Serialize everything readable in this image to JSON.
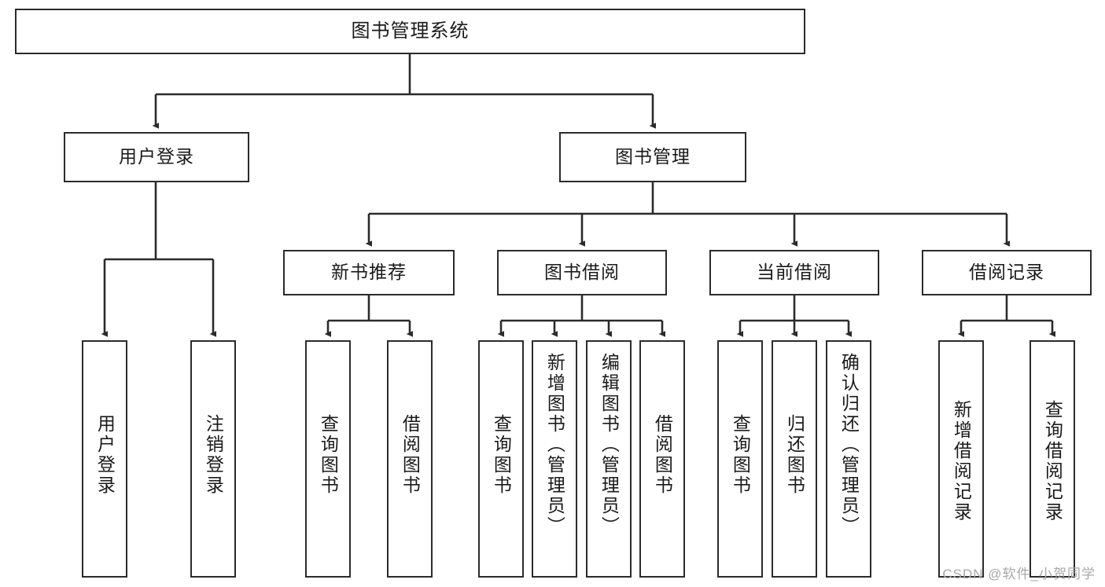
{
  "diagram": {
    "type": "tree",
    "title": "图书管理系统",
    "watermark": "CSDN @软件_小贺同学",
    "colors": {
      "box_border": "#2b2b2b",
      "box_fill": "#ffffff",
      "connector": "#2b2b2b",
      "text": "#1a1a1a",
      "watermark": "#a8a8a8"
    },
    "root": {
      "label": "图书管理系统"
    },
    "level2": [
      {
        "id": "user-login",
        "label": "用户登录"
      },
      {
        "id": "book-manage",
        "label": "图书管理"
      }
    ],
    "level3": [
      {
        "id": "new-book-recommend",
        "label": "新书推荐"
      },
      {
        "id": "book-borrow",
        "label": "图书借阅"
      },
      {
        "id": "current-borrow",
        "label": "当前借阅"
      },
      {
        "id": "borrow-record",
        "label": "借阅记录"
      }
    ],
    "leaves": {
      "user_login": [
        {
          "id": "leaf-user-login",
          "label": "用户登录"
        },
        {
          "id": "leaf-logout-login",
          "label": "注销登录"
        }
      ],
      "new_book_recommend": [
        {
          "id": "leaf-query-book-1",
          "label": "查询图书"
        },
        {
          "id": "leaf-borrow-book-1",
          "label": "借阅图书"
        }
      ],
      "book_borrow": [
        {
          "id": "leaf-query-book-2",
          "label": "查询图书"
        },
        {
          "id": "leaf-add-book",
          "label": "新增图书（管理员）"
        },
        {
          "id": "leaf-edit-book",
          "label": "编辑图书（管理员）"
        },
        {
          "id": "leaf-borrow-book-2",
          "label": "借阅图书"
        }
      ],
      "current_borrow": [
        {
          "id": "leaf-query-book-3",
          "label": "查询图书"
        },
        {
          "id": "leaf-return-book",
          "label": "归还图书"
        },
        {
          "id": "leaf-confirm-return",
          "label": "确认归还（管理员）"
        }
      ],
      "borrow_record": [
        {
          "id": "leaf-add-record",
          "label": "新增借阅记录"
        },
        {
          "id": "leaf-query-record",
          "label": "查询借阅记录"
        }
      ]
    }
  }
}
